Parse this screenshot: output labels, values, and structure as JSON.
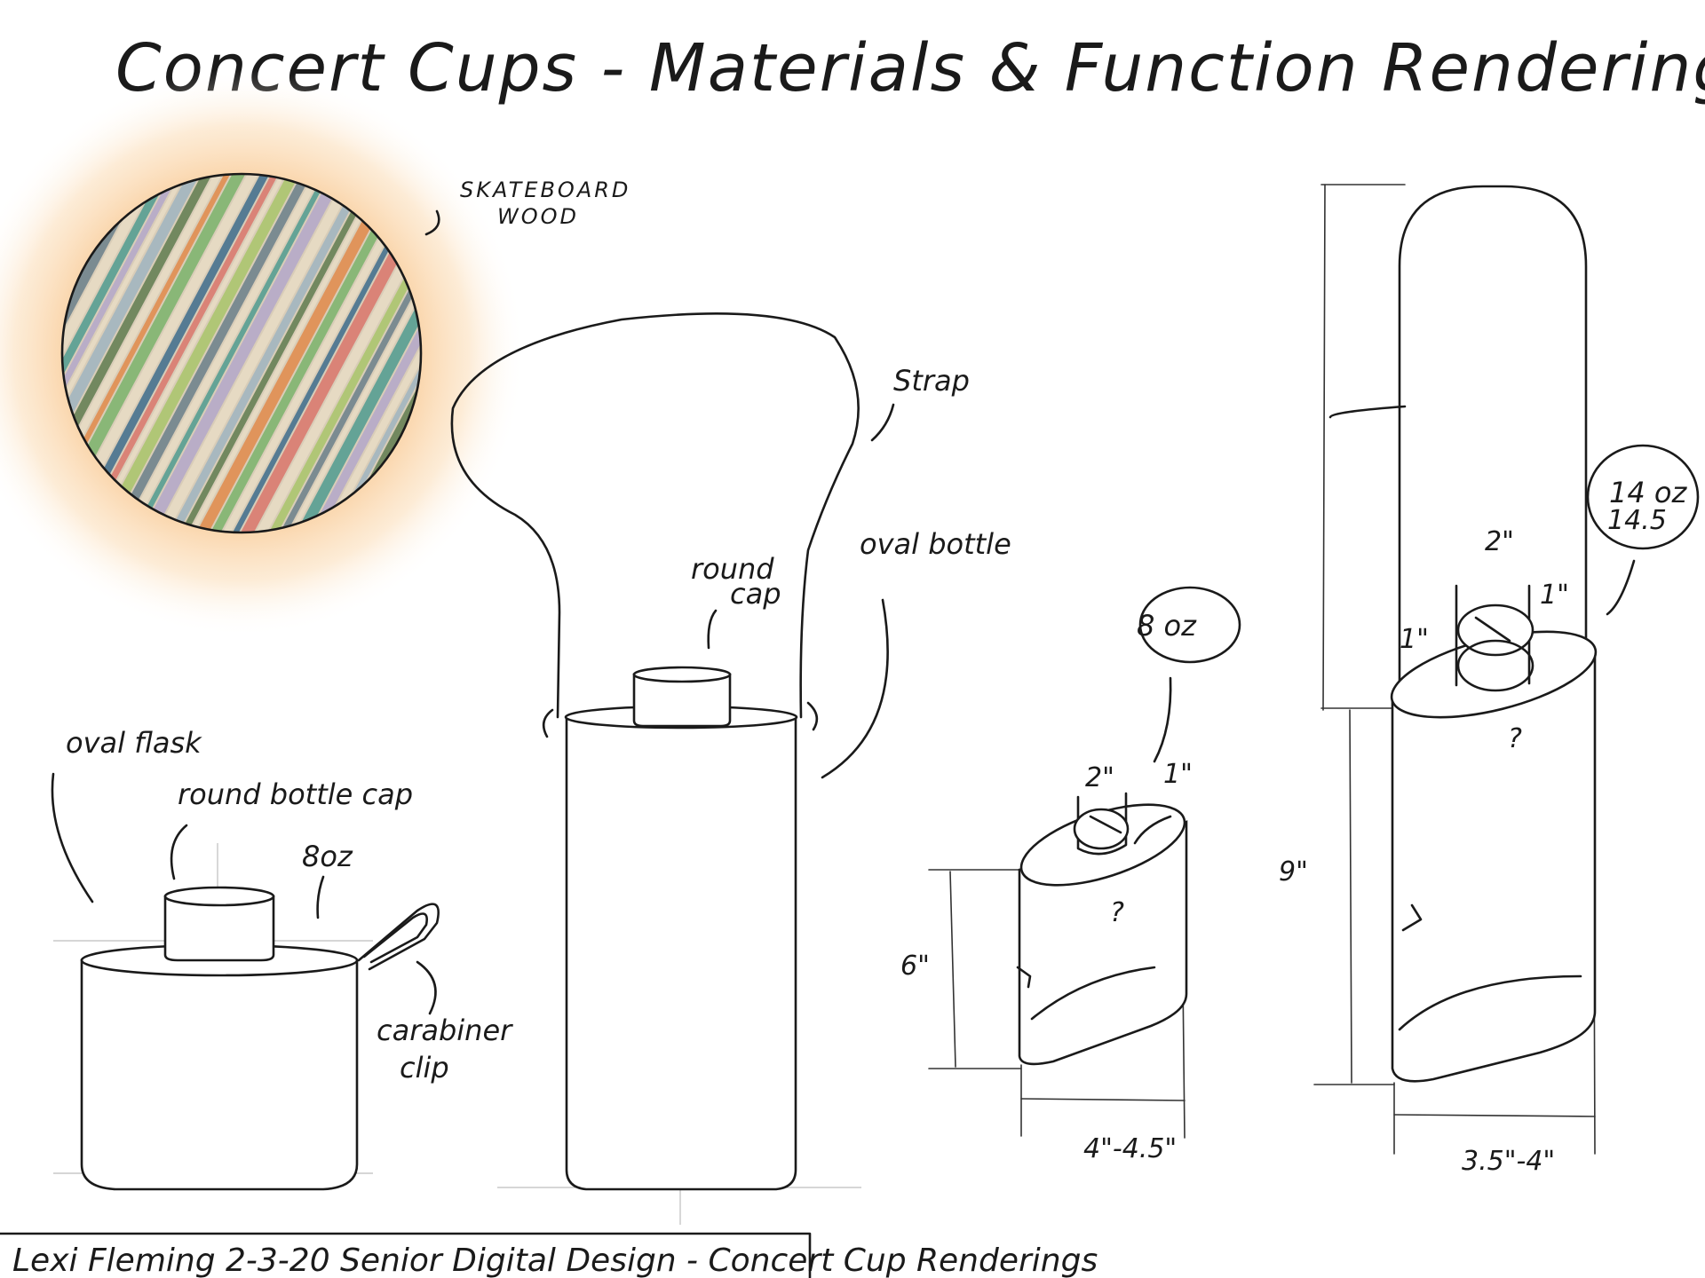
{
  "title": "Concert Cups - Materials & Function Renderings !",
  "material": {
    "label_line1": "SKATEBOARD",
    "label_line2": "WOOD",
    "glow_color": "#f8c48a"
  },
  "flask": {
    "label": "oval flask",
    "cap_label": "round bottle cap",
    "volume": "8oz",
    "clip_line1": "carabiner",
    "clip_line2": "clip"
  },
  "bottle": {
    "strap_label": "Strap",
    "cap_line1": "round",
    "cap_line2": "cap",
    "body_label": "oval bottle"
  },
  "small_flask": {
    "volume": "8 oz",
    "cap_width": "2\"",
    "cap_height": "1\"",
    "unknown": "?",
    "height": "6\"",
    "width": "4\"-4.5\""
  },
  "tall_flask": {
    "volume": "14 oz",
    "volume_alt": "14.5",
    "cap_width": "2\"",
    "cap_height": "1\"",
    "cap_side": "1\"",
    "unknown": "?",
    "height": "9\"",
    "width": "3.5\"-4\""
  },
  "footer": "Lexi Fleming   2-3-20   Senior Digital Design  -  Concert Cup Renderings"
}
